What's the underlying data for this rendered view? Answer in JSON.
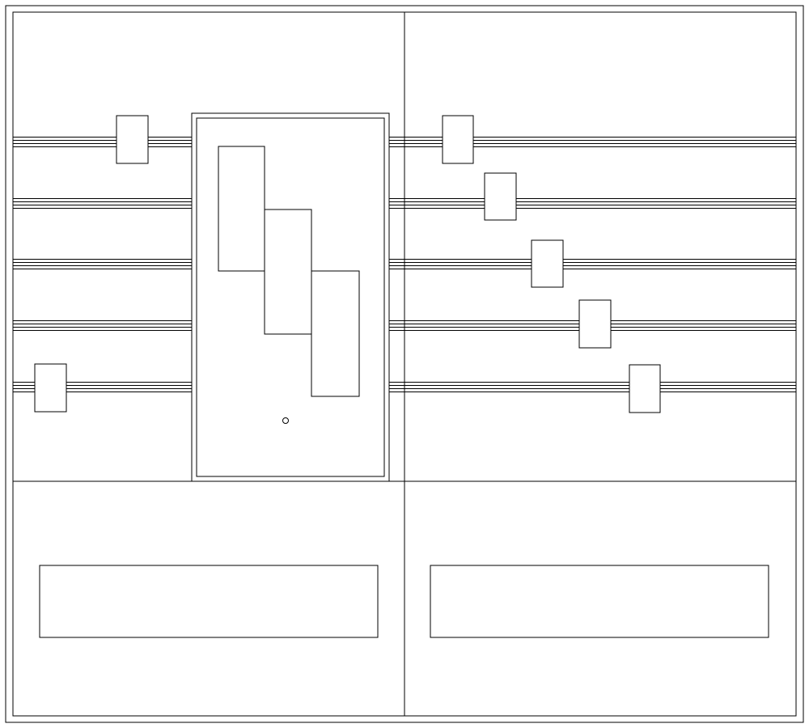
{
  "drawing": {
    "stroke_color": "#000000",
    "background_color": "#ffffff",
    "staff_count": 5,
    "left_staff_blocks": 2,
    "right_staff_blocks": 5,
    "center_panel_steps": 3,
    "center_panel_dots": 1,
    "bottom_panels": 2
  }
}
